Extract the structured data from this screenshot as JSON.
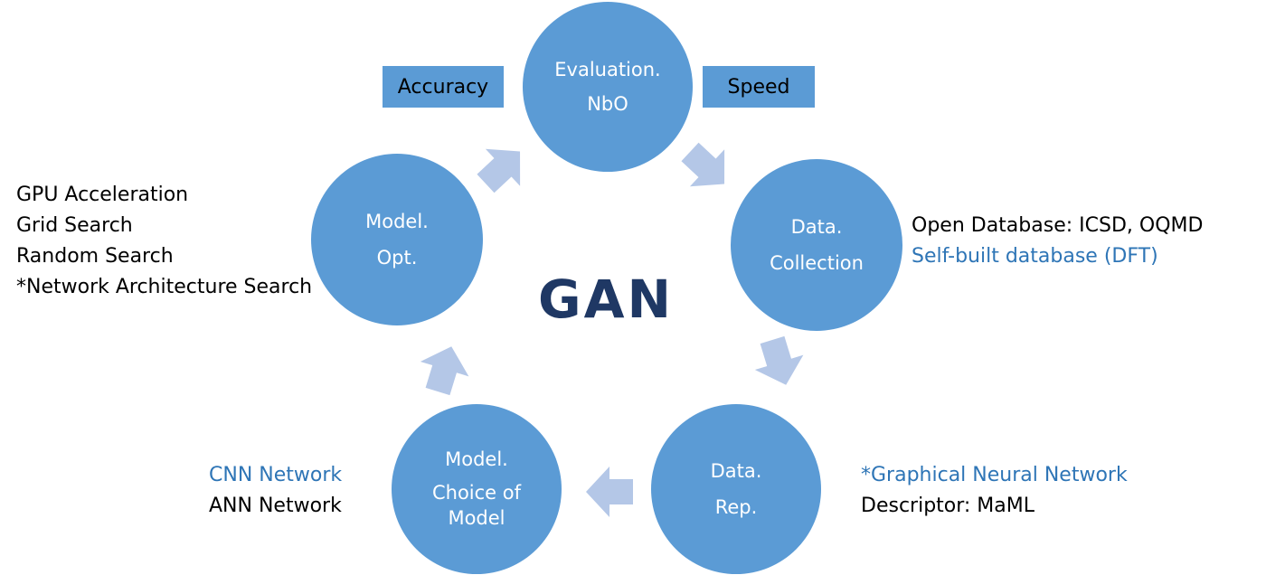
{
  "colors": {
    "circle": "#5B9BD5",
    "tag": "#5B9BD5",
    "arrow": "#B4C7E7",
    "title": "#1F3864",
    "highlight": "#2E75B6",
    "text": "#000000"
  },
  "title": "GAN",
  "nodes": {
    "evaluation": {
      "line1": "Evaluation.",
      "line2": "NbO"
    },
    "data_collection": {
      "line1": "Data.",
      "line2": "Collection"
    },
    "data_rep": {
      "line1": "Data.",
      "line2": "Rep."
    },
    "model_choice": {
      "line1": "Model.",
      "line2": "Choice of",
      "line3": "Model"
    },
    "model_opt": {
      "line1": "Model.",
      "line2": "Opt."
    }
  },
  "tags": {
    "accuracy": "Accuracy",
    "speed": "Speed"
  },
  "notes": {
    "optimization": [
      "GPU Acceleration",
      "Grid Search",
      "Random Search",
      "*Network Architecture Search"
    ],
    "collection": {
      "line1": "Open Database: ICSD, OQMD",
      "line2": "Self-built database (DFT)"
    },
    "representation": {
      "line1": "*Graphical Neural Network",
      "line2": "Descriptor: MaML"
    },
    "model": {
      "line1": "CNN Network",
      "line2": "ANN Network"
    }
  },
  "icons": [
    "cycle-arrow-icon"
  ]
}
